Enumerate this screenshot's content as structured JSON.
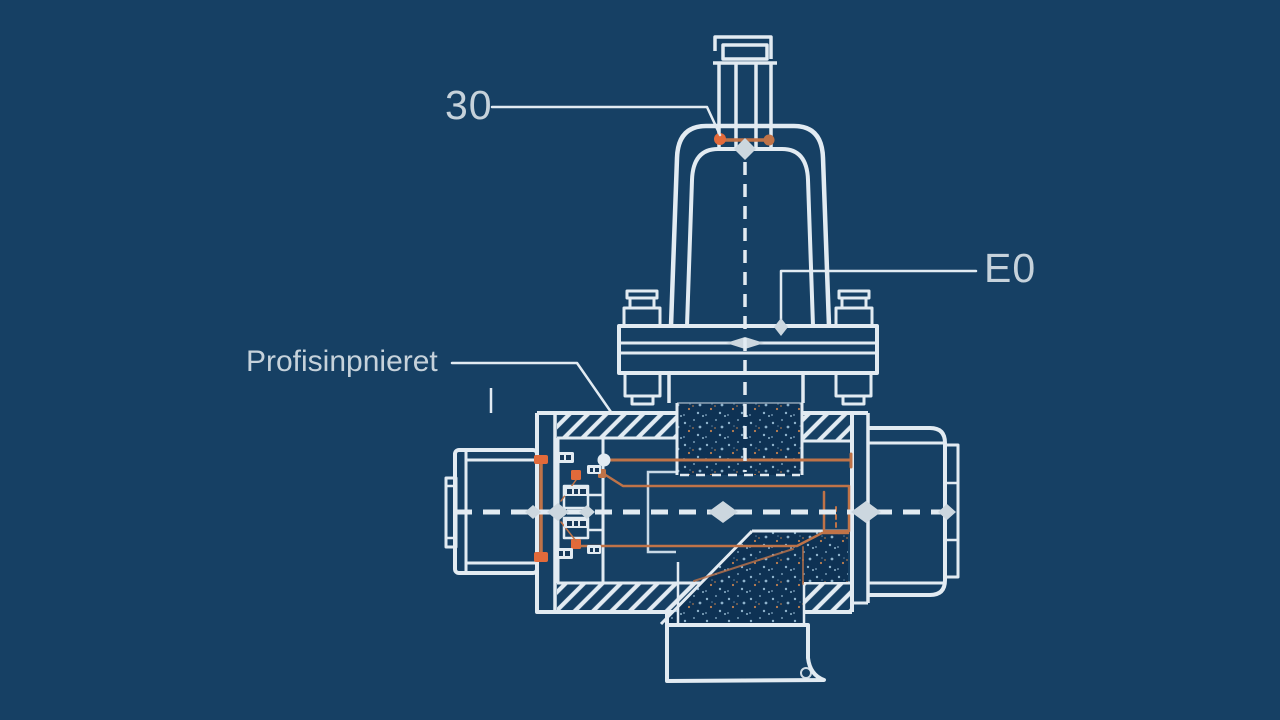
{
  "labels": {
    "part_30": "30",
    "dim_e0": "E0",
    "annotation": "Profisinpnieret"
  },
  "colors": {
    "background": "#164064",
    "line": "#e2ebf2",
    "line_soft": "#c9d9e6",
    "label_text": "#c6d2db",
    "orange": "#bf7348",
    "orange_bright": "#e26a3a",
    "stipple_bg": "#0e3254",
    "stipple_dot": "#8fb3cc",
    "stipple_dot_warm": "#c08050",
    "diamond": "#ccd7df",
    "mark": "#17395a"
  },
  "icons": {
    "centerline_diamond": "diamond-marker",
    "flange_lens": "lens-marker",
    "leader_arrow": "diamond-arrowhead"
  }
}
